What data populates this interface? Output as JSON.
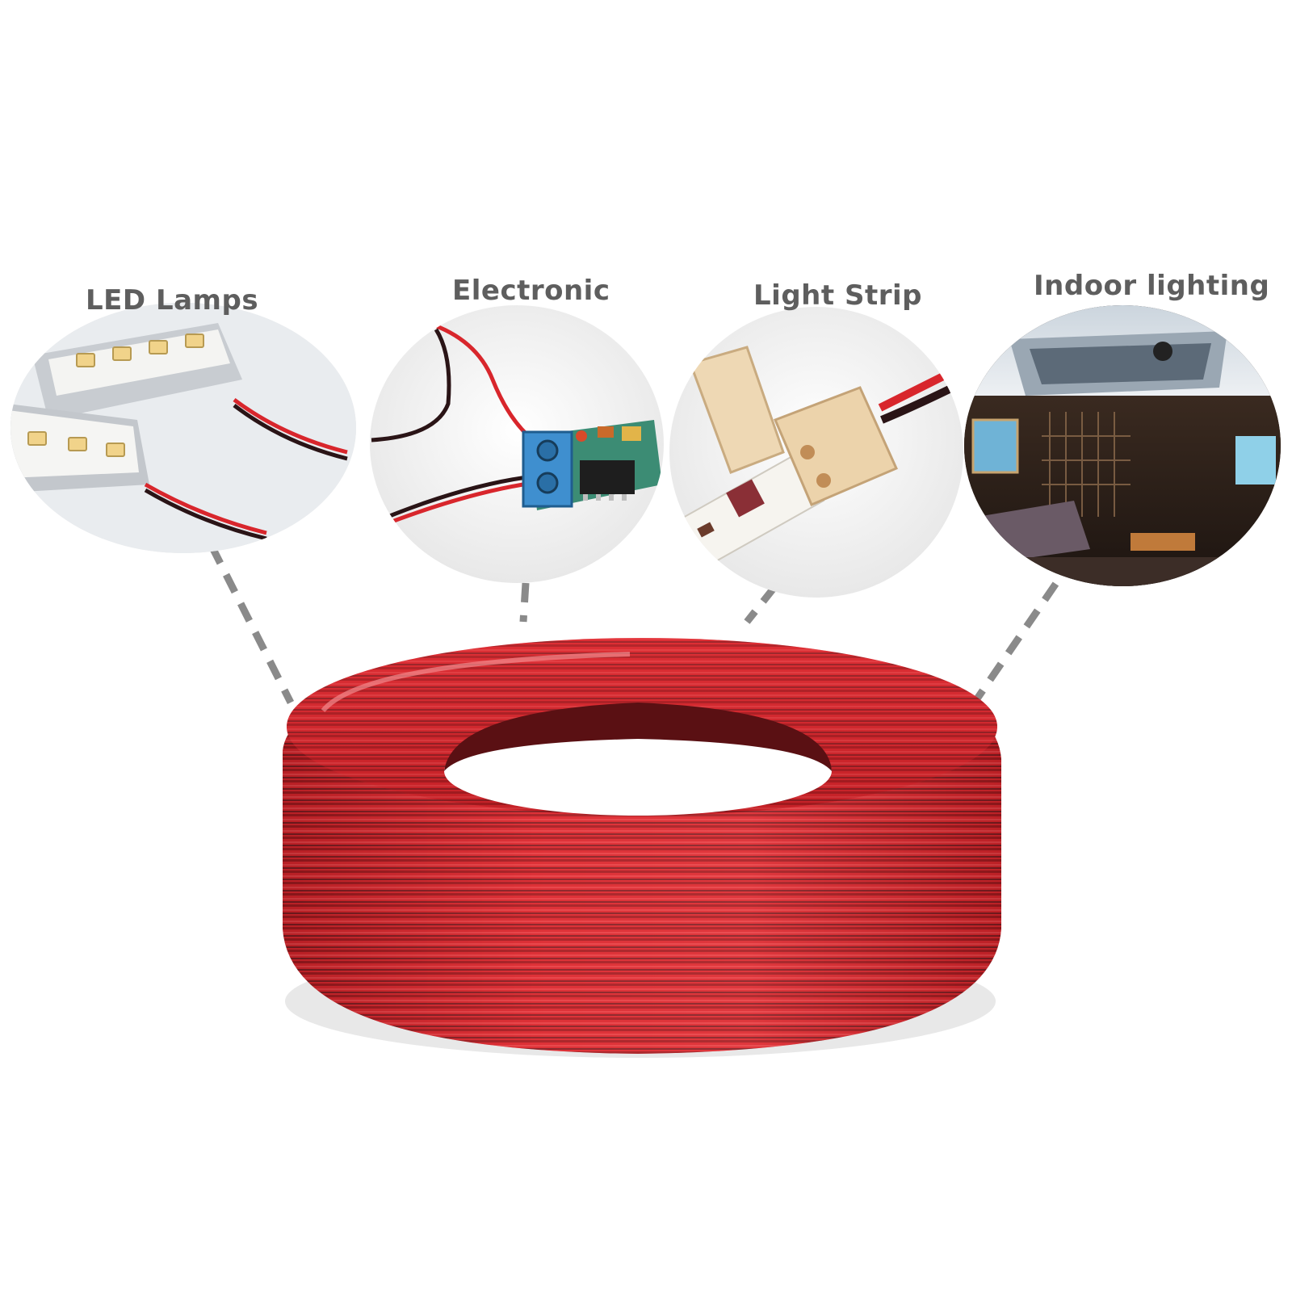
{
  "labels": {
    "led_lamps": "LED Lamps",
    "electronic": "Electronic",
    "light_strip": "Light Strip",
    "indoor_lighting": "Indoor lighting"
  },
  "colors": {
    "label_text": "#5e5e5e",
    "wire_red": "#d8262c",
    "wire_black": "#2a1416",
    "connector_gray": "#8a8a8a",
    "background": "#ffffff"
  },
  "icons": [
    "led-lamp-photo",
    "electronic-module-photo",
    "light-strip-connector-photo",
    "indoor-room-photo",
    "wire-coil-image"
  ]
}
